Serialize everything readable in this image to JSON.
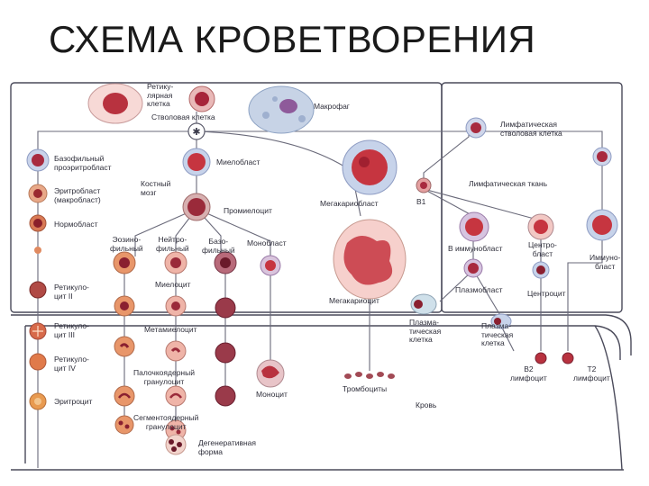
{
  "title": "СХЕМА КРОВЕТВОРЕНИЯ",
  "colors": {
    "frame": "#4a4a5a",
    "line": "#6a6a7a",
    "cell_red": "#c8343a",
    "cell_core": "#8e1d3c",
    "cell_blue": "#b6c4dd",
    "cell_pink": "#f0b8b0",
    "platelet": "#a24a55"
  },
  "labels": {
    "reticular": "Ретику-\nлярная\nклетка",
    "stem": "Стволовая клетка",
    "macrophage": "Макрофаг",
    "lymph_stem": "Лимфатическая\nстволовая клетка",
    "eryth_pro": "Базофильный\nпроэритробласт",
    "myeloblast": "Миелобласт",
    "bone_marrow": "Костный\nмозг",
    "lymph_tissue": "Лимфатическая ткань",
    "erythroblast": "Эритробласт\n(макробласт)",
    "megakaryoblast": "Мегакариобласт",
    "b1": "В1",
    "promyelocyte": "Промиелоцит",
    "normoblast": "Нормобласт",
    "eosinophil": "Эозино-\nфильный",
    "neutrophil": "Нейтро-\nфильный",
    "basophil": "Базо-\nфильный",
    "monoblast": "Монобласт",
    "b_immunoblast": "В иммунобласт",
    "centroblast": "Центро-\nбласт",
    "immunoblast": "Иммуно-\nбласт",
    "reticulocyte1": "Ретикуло-\nцит II",
    "myelocyte": "Миелоцит",
    "megakaryocyte": "Мегакариоцит",
    "plasmoblast": "Плазмобласт",
    "centrocyte": "Центроцит",
    "reticulocyte2": "Ретикуло-\nцит III",
    "metamyelocyte": "Метамиелоцит",
    "plasma_cell1": "Плазма-\nтическая\nклетка",
    "plasma_cell2": "Плазма-\nтическая\nклетка",
    "reticulocyte3": "Ретикуло-\nцит IV",
    "band": "Палочкоядерный\nгранулоцит",
    "b2": "В2\nлимфоцит",
    "t2": "Т2\nлимфоцит",
    "erythrocyte": "Эритроцит",
    "monocyte": "Моноцит",
    "platelets": "Тромбоциты",
    "blood": "Кровь",
    "segmented": "Сегментоядерный\nгранулоцит",
    "degenerative": "Дегенеративная\nформа"
  }
}
